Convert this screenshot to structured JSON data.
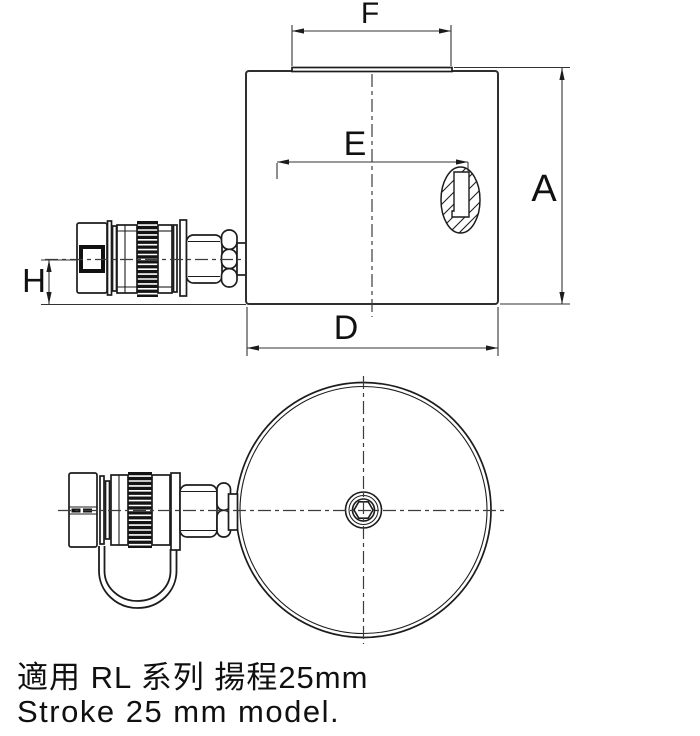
{
  "meta": {
    "background_color": "#ffffff",
    "line_color": "#1a1a1a",
    "drawing_type": "hydraulic-cylinder-technical-drawing"
  },
  "drawing": {
    "labels": {
      "F": "F",
      "E": "E",
      "A": "A",
      "H": "H",
      "D": "D"
    }
  },
  "caption": {
    "line1": "適用 RL 系列 揚程25mm",
    "line2": "Stroke 25 mm model."
  }
}
